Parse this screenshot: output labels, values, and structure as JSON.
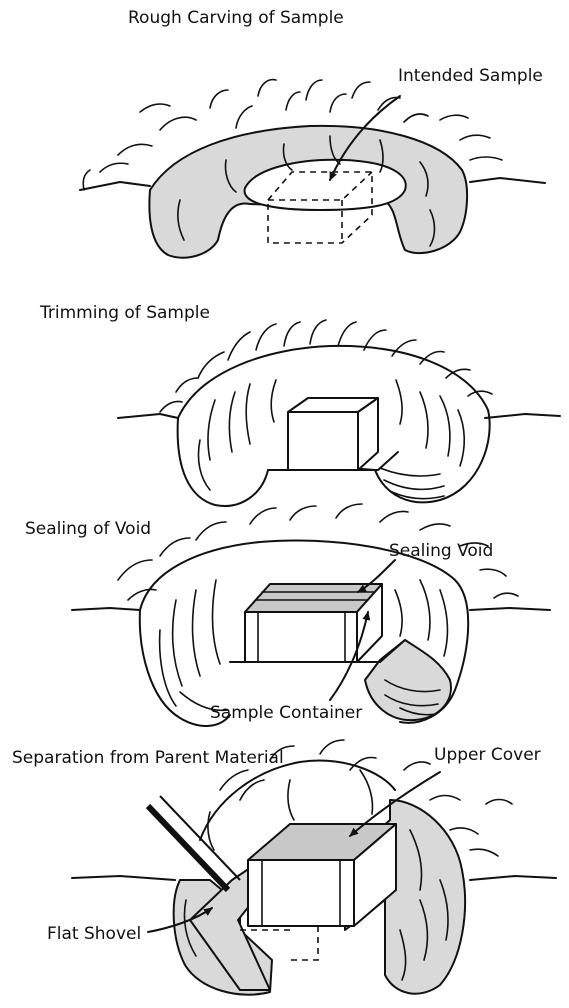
{
  "colors": {
    "ink": "#111111",
    "soil_fill": "#d9d9d9",
    "container_top": "#c8c8c8",
    "background": "#ffffff"
  },
  "stages": [
    {
      "title": "Rough Carving of Sample",
      "callouts": [
        "Intended Sample"
      ]
    },
    {
      "title": "Trimming of Sample",
      "callouts": []
    },
    {
      "title": "Sealing of Void",
      "callouts": [
        "Sealing Void",
        "Sample Container"
      ]
    },
    {
      "title": "Separation from Parent Material",
      "callouts": [
        "Upper Cover",
        "Flat Shovel"
      ]
    }
  ]
}
